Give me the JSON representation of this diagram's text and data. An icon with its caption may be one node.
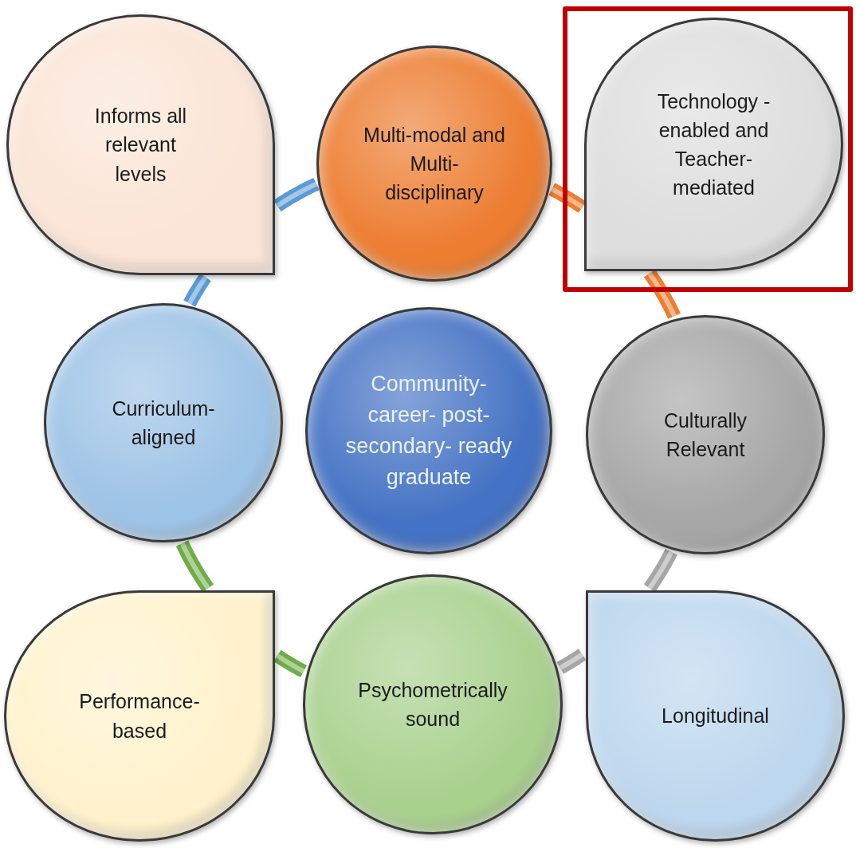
{
  "diagram": {
    "nodes": [
      {
        "text": [
          "Informs all relevant levels"
        ]
      },
      {
        "text": [
          "Multi-modal and Multi- disciplinary"
        ]
      },
      {
        "text": [
          "Technology -enabled and Teacher- mediated"
        ]
      },
      {
        "text": [
          "Curriculum- aligned"
        ]
      },
      {
        "text": [
          "Community- career- post-secondary- ready graduate"
        ]
      },
      {
        "text": [
          "Culturally Relevant"
        ]
      },
      {
        "text": [
          "Performance- based"
        ]
      },
      {
        "text": [
          "Psychometrically sound"
        ]
      },
      {
        "text": [
          "Longitudinal"
        ]
      }
    ],
    "edges": [
      {
        "from": 0,
        "to": 1,
        "arrow": "none",
        "color": "#5b9bd5"
      },
      {
        "from": 1,
        "to": 2,
        "arrow": "none",
        "color": "#ed7d31"
      },
      {
        "from": 2,
        "to": 5,
        "arrow": "none",
        "color": "#ed7d31"
      },
      {
        "from": 5,
        "to": 8,
        "arrow": "none",
        "color": "#a6a6a6"
      },
      {
        "from": 8,
        "to": 7,
        "arrow": "none",
        "color": "#a6a6a6"
      },
      {
        "from": 7,
        "to": 6,
        "arrow": "none",
        "color": "#70ad47"
      },
      {
        "from": 6,
        "to": 3,
        "arrow": "none",
        "color": "#70ad47"
      },
      {
        "from": 3,
        "to": 0,
        "arrow": "none",
        "color": "#5b9bd5"
      }
    ]
  }
}
